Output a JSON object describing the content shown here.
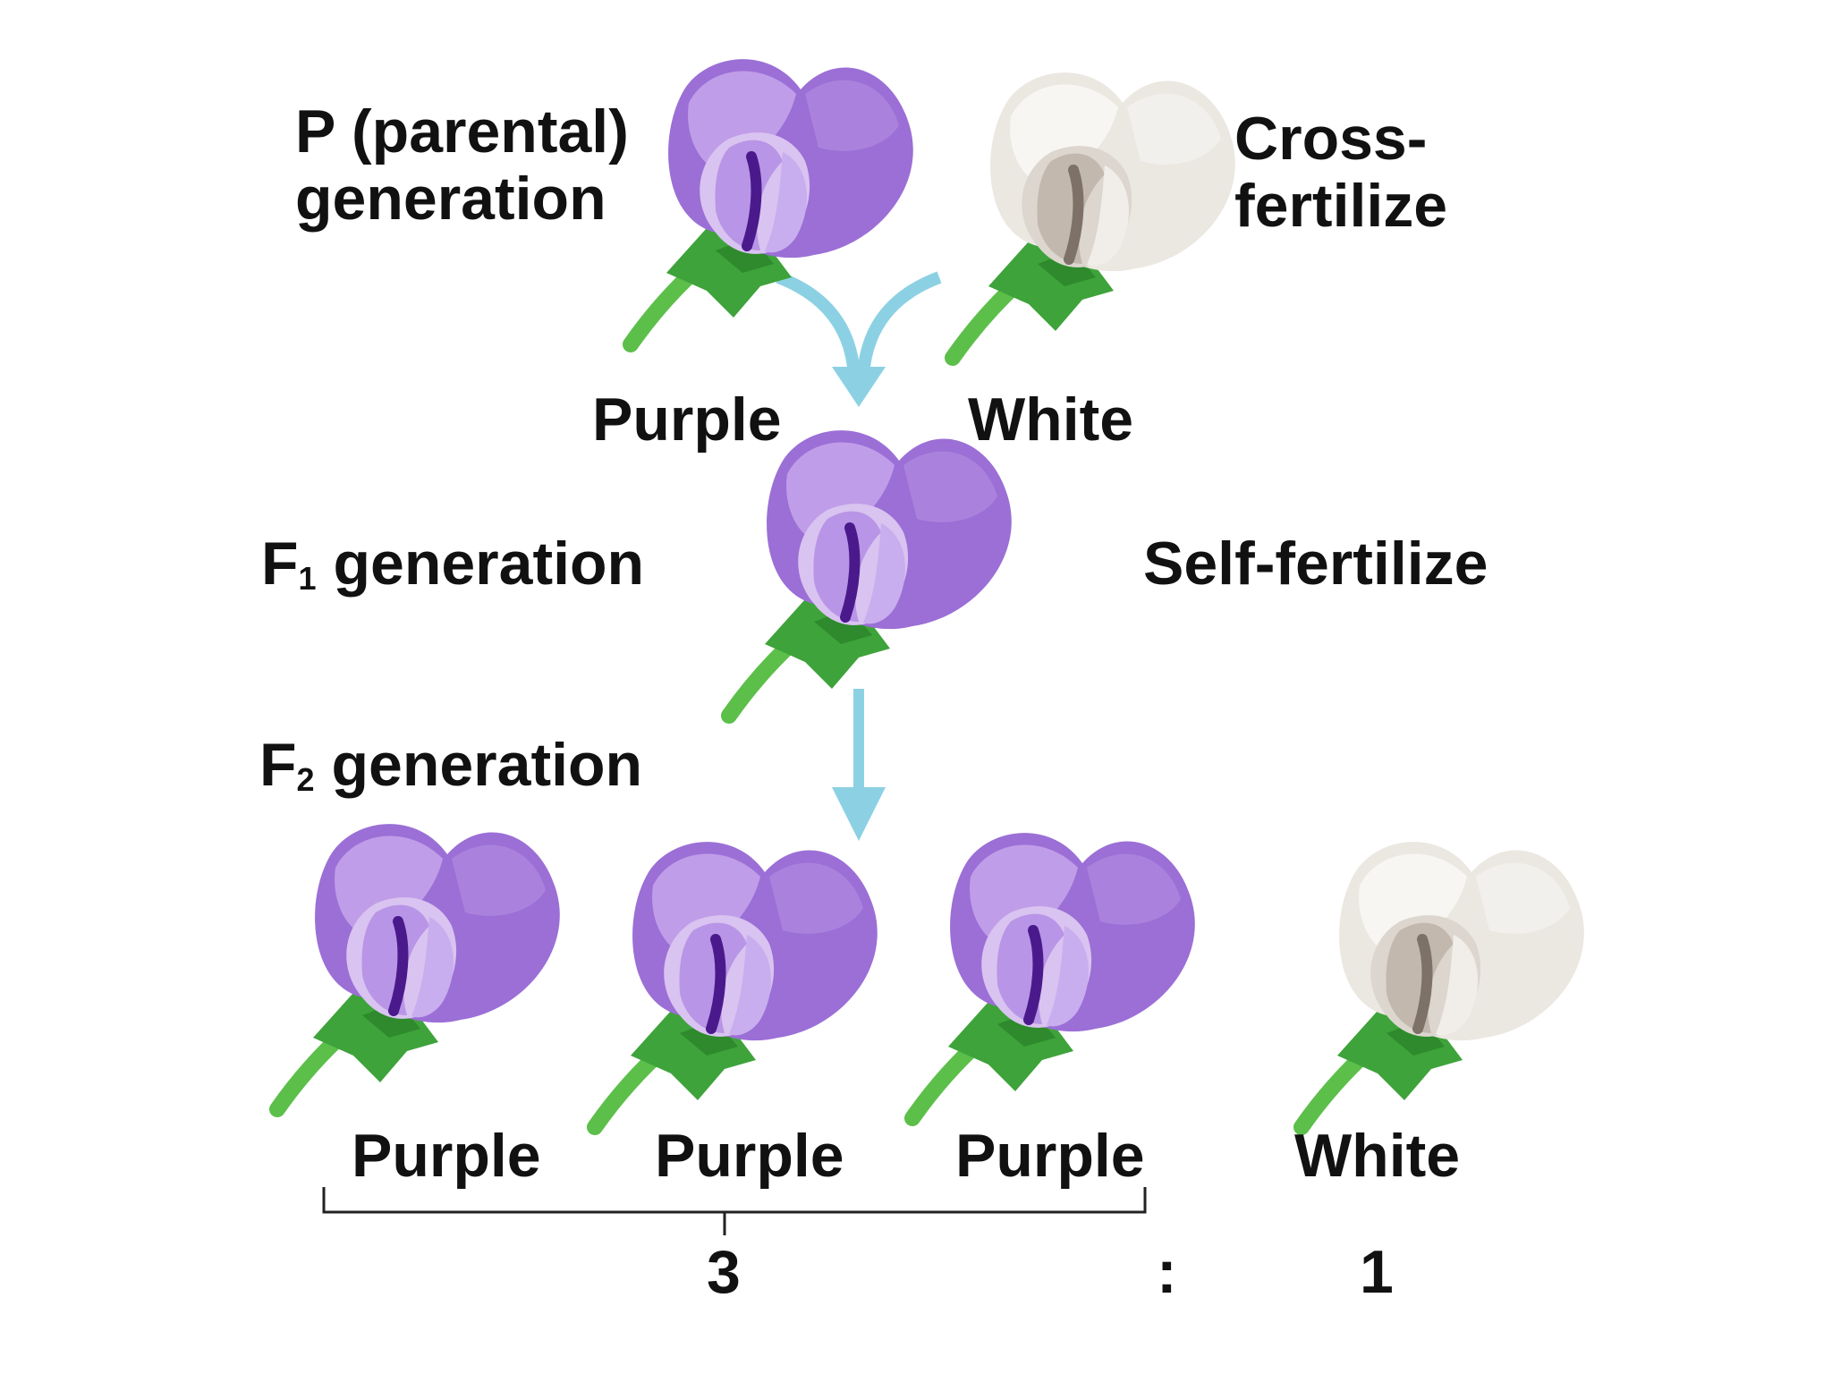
{
  "parental": {
    "generation_line1": "P (parental)",
    "generation_line2": "generation",
    "cross_line1": "Cross-",
    "cross_line2": "fertilize",
    "left_flower": "Purple",
    "right_flower": "White"
  },
  "f1": {
    "label_prefix": "F",
    "label_sub": "1",
    "label_suffix": " generation",
    "self_fertilize": "Self-fertilize"
  },
  "f2": {
    "label_prefix": "F",
    "label_sub": "2",
    "label_suffix": " generation",
    "flowers": [
      "Purple",
      "Purple",
      "Purple",
      "White"
    ],
    "ratio_left": "3",
    "ratio_sep": ":",
    "ratio_right": "1"
  },
  "colors": {
    "purple_petal": "#9b6fd6",
    "purple_light": "#d9c3f0",
    "purple_dark": "#4a1a8c",
    "white_petal": "#f0eeea",
    "white_shade": "#a79b90",
    "sepal_green": "#3ea33a",
    "arrow_blue": "#8cd1e3"
  }
}
